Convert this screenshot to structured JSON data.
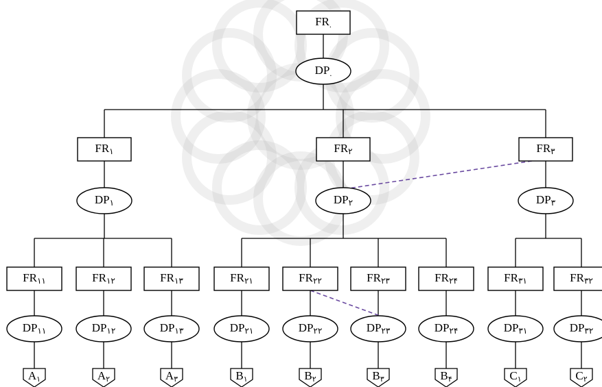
{
  "root": {
    "fr": {
      "base": "FR",
      "sub": "."
    },
    "dp": {
      "base": "DP",
      "sub": "."
    }
  },
  "branches": [
    {
      "id": "1",
      "fr": {
        "base": "FR",
        "sub": "۱"
      },
      "dp": {
        "base": "DP",
        "sub": "۱"
      },
      "children": [
        {
          "fr": {
            "base": "FR",
            "sub": "۱۱"
          },
          "dp": {
            "base": "DP",
            "sub": "۱۱"
          },
          "leaf": {
            "base": "A",
            "sub": "۱"
          }
        },
        {
          "fr": {
            "base": "FR",
            "sub": "۱۲"
          },
          "dp": {
            "base": "DP",
            "sub": "۱۲"
          },
          "leaf": {
            "base": "A",
            "sub": "۲"
          }
        },
        {
          "fr": {
            "base": "FR",
            "sub": "۱۳"
          },
          "dp": {
            "base": "DP",
            "sub": "۱۳"
          },
          "leaf": {
            "base": "A",
            "sub": "۳"
          }
        }
      ]
    },
    {
      "id": "2",
      "fr": {
        "base": "FR",
        "sub": "۲"
      },
      "dp": {
        "base": "DP",
        "sub": "۲"
      },
      "children": [
        {
          "fr": {
            "base": "FR",
            "sub": "۲۱"
          },
          "dp": {
            "base": "DP",
            "sub": "۲۱"
          },
          "leaf": {
            "base": "B",
            "sub": "۱"
          }
        },
        {
          "fr": {
            "base": "FR",
            "sub": "۲۲"
          },
          "dp": {
            "base": "DP",
            "sub": "۲۲"
          },
          "leaf": {
            "base": "B",
            "sub": "۲"
          }
        },
        {
          "fr": {
            "base": "FR",
            "sub": "۲۳"
          },
          "dp": {
            "base": "DP",
            "sub": "۲۳"
          },
          "leaf": {
            "base": "B",
            "sub": "۳"
          }
        },
        {
          "fr": {
            "base": "FR",
            "sub": "۲۴"
          },
          "dp": {
            "base": "DP",
            "sub": "۲۴"
          },
          "leaf": {
            "base": "B",
            "sub": "۴"
          }
        }
      ]
    },
    {
      "id": "3",
      "fr": {
        "base": "FR",
        "sub": "۳"
      },
      "dp": {
        "base": "DP",
        "sub": "۳"
      },
      "children": [
        {
          "fr": {
            "base": "FR",
            "sub": "۳۱"
          },
          "dp": {
            "base": "DP",
            "sub": "۳۱"
          },
          "leaf": {
            "base": "C",
            "sub": "۱"
          }
        },
        {
          "fr": {
            "base": "FR",
            "sub": "۳۲"
          },
          "dp": {
            "base": "DP",
            "sub": "۳۲"
          },
          "leaf": {
            "base": "C",
            "sub": "۲"
          }
        }
      ]
    }
  ],
  "dashed_links": [
    {
      "from": "FR۳",
      "to": "DP۲"
    },
    {
      "from": "FR۲۲",
      "to": "DP۲۳"
    }
  ],
  "colors": {
    "line": "#000000",
    "dashed": "#6a4aa0",
    "watermark": "#b8b8b8"
  }
}
